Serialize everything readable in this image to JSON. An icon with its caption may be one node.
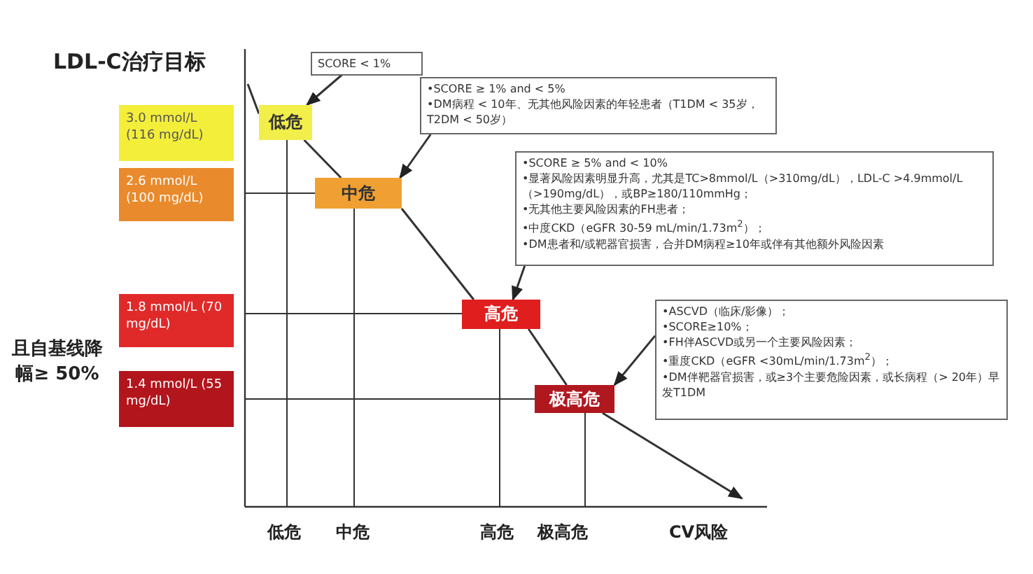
{
  "diagram": {
    "title": "LDL-C治疗目标",
    "nodes": [
      {
        "text": [
          "3.0 mmol/L (116 mg/dL)"
        ]
      },
      {
        "text": [
          "2.6 mmol/L (100 mg/dL)"
        ]
      },
      {
        "text": [
          "1.8 mmol/L (70 mg/dL)"
        ]
      },
      {
        "text": [
          "1.4 mmol/L (55 mg/dL)"
        ]
      },
      {
        "text": [
          "低危"
        ]
      },
      {
        "text": [
          "中危"
        ]
      },
      {
        "text": [
          "高危"
        ]
      },
      {
        "text": [
          "极高危"
        ]
      },
      {
        "text": [
          "SCORE < 1%"
        ]
      },
      {
        "text": [
          "•SCORE ≥ 1% and < 5%",
          "•DM病程 < 10年、无其他风险因素的年轻患者（T1DM < 35岁，T2DM < 50岁）"
        ]
      },
      {
        "text": [
          "•SCORE ≥ 5% and < 10%",
          "•显著风险因素明显升高，尤其是TC>8mmol/L（>310mg/dL），LDL-C >4.9mmol/L（>190mg/dL），或BP≥180/110mmHg；",
          "•无其他主要风险因素的FH患者；",
          "•中度CKD（eGFR 30-59 mL/min/1.73m$^{2}$）；",
          "•DM患者和/或靶器官损害，合并DM病程≥10年或伴有其他额外风险因素"
        ]
      },
      {
        "text": [
          "•ASCVD（临床/影像）；",
          "•SCORE≥10%；",
          "•FH伴ASCVD或另一个主要风险因素；",
          "•重度CKD（eGFR <30mL/min/1.73m$^{2}$）；",
          "•DM伴靶器官损害，或≥3个主要危险因素，或长病程（> 20年）早发T1DM"
        ]
      }
    ],
    "edges": [
      {
        "from": null,
        "to": 4,
        "arrow": "none"
      },
      {
        "from": 4,
        "to": 5,
        "arrow": "none"
      },
      {
        "from": 5,
        "to": 6,
        "arrow": "none"
      },
      {
        "from": 6,
        "to": 7,
        "arrow": "none"
      },
      {
        "from": 7,
        "to": null,
        "arrow": "to"
      },
      {
        "from": 8,
        "to": 4,
        "arrow": "to"
      },
      {
        "from": 9,
        "to": 5,
        "arrow": "to"
      },
      {
        "from": 10,
        "to": 6,
        "arrow": "to"
      },
      {
        "from": 11,
        "to": 7,
        "arrow": "to"
      }
    ],
    "labels": [
      "且自基线降幅≥ 50%",
      "低危",
      "中危",
      "高危",
      "极高危",
      "CV风险"
    ]
  }
}
